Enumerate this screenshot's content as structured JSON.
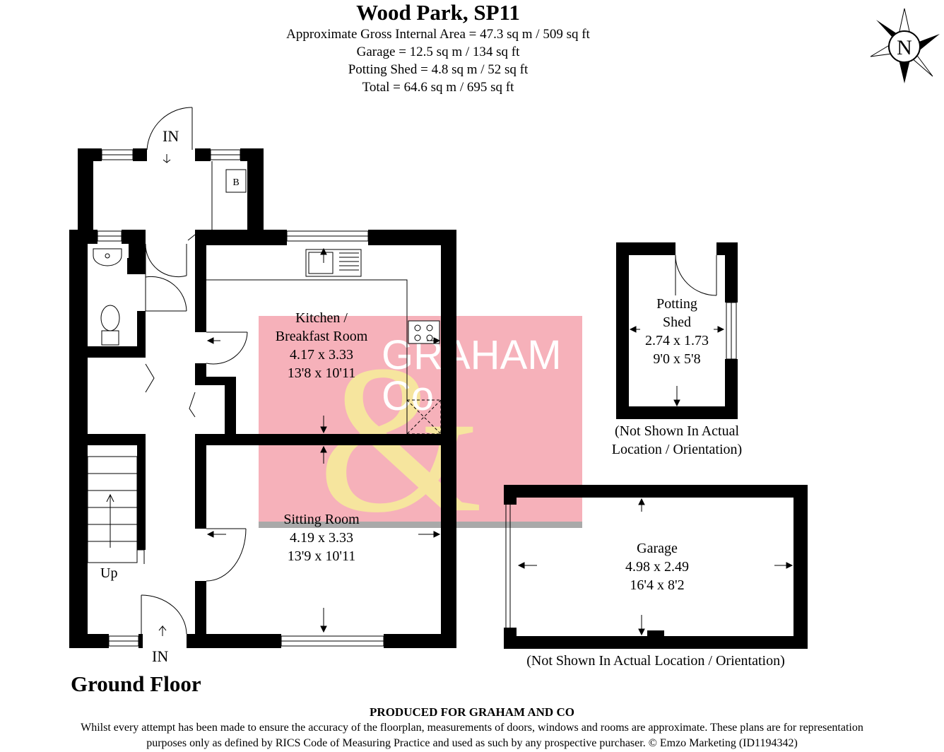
{
  "header": {
    "title": "Wood Park, SP11",
    "areas": [
      "Approximate Gross Internal Area = 47.3 sq m / 509 sq ft",
      "Garage = 12.5 sq m / 134 sq ft",
      "Potting Shed = 4.8 sq m / 52 sq ft",
      "Total = 64.6 sq m / 695 sq ft"
    ]
  },
  "compass": {
    "letter": "N"
  },
  "rooms": {
    "kitchen": {
      "name1": "Kitchen /",
      "name2": "Breakfast Room",
      "metric": "4.17 x 3.33",
      "imperial": "13'8 x 10'11"
    },
    "sitting": {
      "name": "Sitting Room",
      "metric": "4.19 x 3.33",
      "imperial": "13'9 x 10'11"
    },
    "shed": {
      "name1": "Potting",
      "name2": "Shed",
      "metric": "2.74 x 1.73",
      "imperial": "9'0 x 5'8"
    },
    "garage": {
      "name": "Garage",
      "metric": "4.98 x 2.49",
      "imperial": "16'4 x 8'2"
    }
  },
  "labels": {
    "in_top": "IN",
    "in_bottom": "IN",
    "up": "Up",
    "boiler": "B",
    "shed_note1": "(Not Shown In Actual",
    "shed_note2": "Location / Orientation)",
    "garage_note": "(Not Shown In Actual Location / Orientation)",
    "floor": "Ground Floor"
  },
  "watermark": {
    "line1": "GRAHAM",
    "line2": "Co",
    "ampersand": "&"
  },
  "footer": {
    "produced": "PRODUCED FOR GRAHAM AND CO",
    "disclaimer1": "Whilst every attempt has been made to ensure the accuracy of the floorplan, measurements of doors, windows and rooms are approximate. These plans are for representation",
    "disclaimer2": "purposes only as defined by RICS Code of Measuring Practice and used as such by any prospective purchaser. © Emzo Marketing (ID1194342)"
  }
}
